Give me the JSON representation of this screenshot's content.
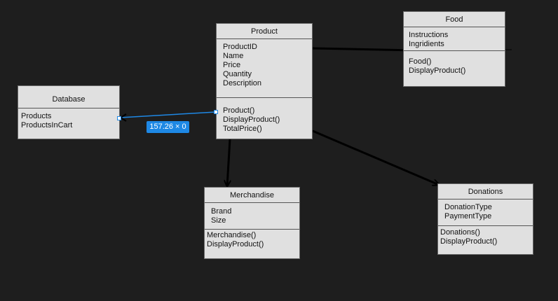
{
  "classes": {
    "product": {
      "name": "Product",
      "attributes": [
        "ProductID",
        "Name",
        "Price",
        "Quantity",
        "Description"
      ],
      "methods": [
        "Product()",
        "DisplayProduct()",
        "TotalPrice()"
      ]
    },
    "food": {
      "name": "Food",
      "attributes": [
        "Instructions",
        "Ingridients"
      ],
      "methods": [
        "Food()",
        "DisplayProduct()"
      ]
    },
    "database": {
      "name": "Database",
      "attributes": [
        "Products",
        "ProductsInCart"
      ]
    },
    "merchandise": {
      "name": "Merchandise",
      "attributes": [
        "Brand",
        "Size"
      ],
      "methods": [
        "Merchandise()",
        "DisplayProduct()"
      ]
    },
    "donations": {
      "name": "Donations",
      "attributes": [
        "DonationType",
        "PaymentType"
      ],
      "methods": [
        "Donations()",
        "DisplayProduct()"
      ]
    }
  },
  "selection": {
    "dimension_label": "157.26 × 0"
  },
  "colors": {
    "background": "#1e1e1e",
    "box_fill": "#e0e0e0",
    "selection": "#1e88e5",
    "arrow": "#000000"
  }
}
